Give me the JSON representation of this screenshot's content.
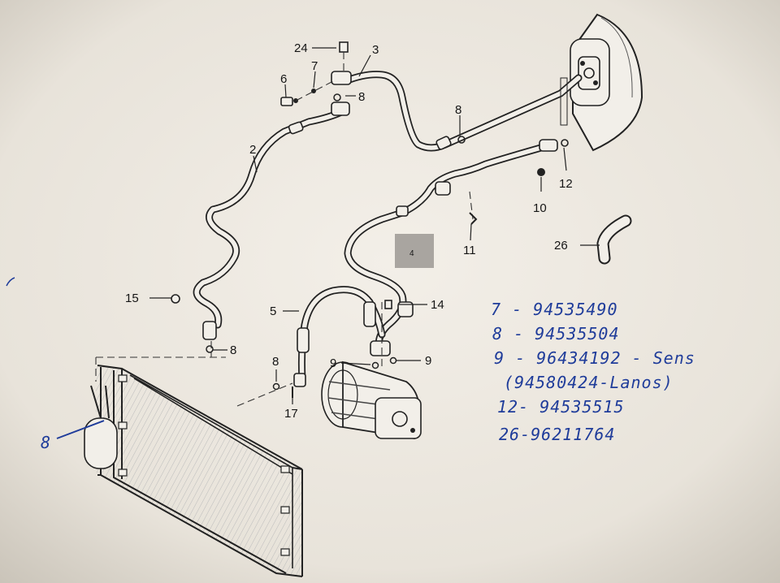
{
  "diagram": {
    "callouts": {
      "c2": "2",
      "c3": "3",
      "c4": "4",
      "c5": "5",
      "c6": "6",
      "c7": "7",
      "c8a": "8",
      "c8b": "8",
      "c8c": "8",
      "c8d": "8",
      "c9a": "9",
      "c9b": "9",
      "c10": "10",
      "c11": "11",
      "c12": "12",
      "c14": "14",
      "c15": "15",
      "c17": "17",
      "c24": "24",
      "c26": "26"
    },
    "handwritten": {
      "left_callout": "8",
      "notes": [
        "7 - 94535490",
        "8 - 94535504",
        "9 - 96434192 - Sens",
        "(94580424-Lanos)",
        "12- 94535515",
        "26-96211764"
      ]
    },
    "colors": {
      "paper": "#ebe6dd",
      "line": "#222222",
      "ink": "#1f3c9a",
      "shade": "#a9a5a0"
    }
  }
}
